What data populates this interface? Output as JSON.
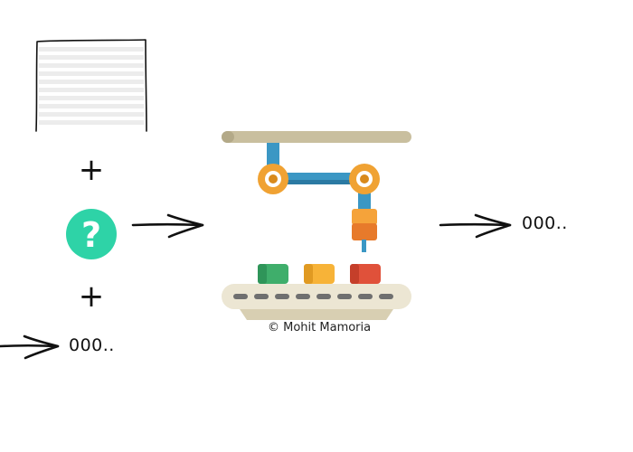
{
  "colors": {
    "ink": "#111111",
    "doc_line": "#ececec",
    "question_bg": "#2ed3a7",
    "rail": "#c9bf9f",
    "rail_shadow": "#b3a988",
    "arm_blue": "#3b97c4",
    "arm_blue_dark": "#2b7aa3",
    "joint_orange": "#f0a233",
    "joint_dark": "#d98a1c",
    "gripper_orange": "#e77a2b",
    "gripper_light": "#f5a33a",
    "box_green": "#3fae6b",
    "box_yellow": "#f7b338",
    "box_red": "#e0513a",
    "belt": "#ece6d3",
    "belt_base": "#d8cfb2",
    "belt_dash": "#6f6f6f"
  },
  "icons": {
    "document": "document-icon",
    "question": "question-icon",
    "machine": "robot-arm-assembly-line-icon"
  },
  "labels": {
    "plus_top": "+",
    "question_mark": "?",
    "plus_bottom": "+",
    "bottom_input": "000..",
    "output": "000..",
    "credit": "© Mohit Mamoria"
  }
}
